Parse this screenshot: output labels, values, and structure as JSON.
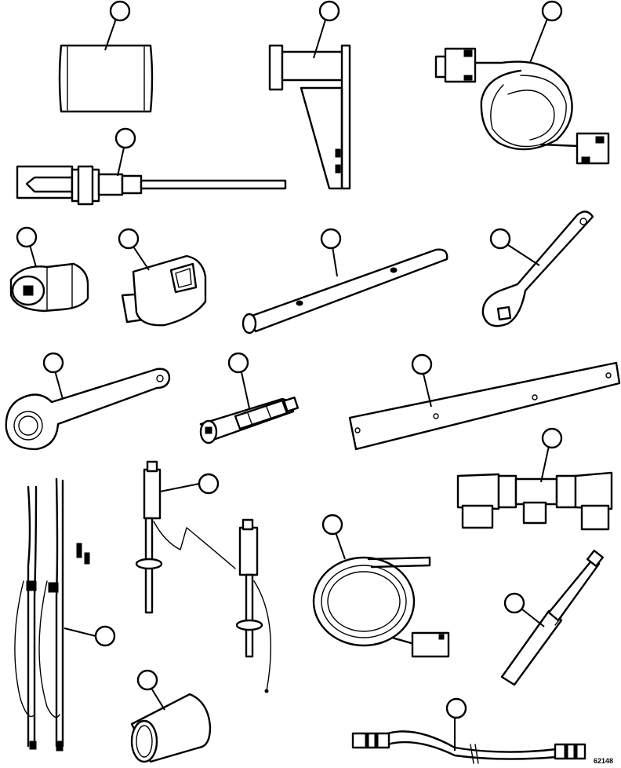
{
  "figure": {
    "number": "62148"
  },
  "items": [
    {
      "id": "sleeve-block"
    },
    {
      "id": "mounting-bracket"
    },
    {
      "id": "connector-cable"
    },
    {
      "id": "puller-rod"
    },
    {
      "id": "square-socket"
    },
    {
      "id": "drive-socket"
    },
    {
      "id": "tubular-handle"
    },
    {
      "id": "open-end-wrench"
    },
    {
      "id": "box-end-wrench"
    },
    {
      "id": "extension-adapter"
    },
    {
      "id": "flat-bar"
    },
    {
      "id": "tee-fitting"
    },
    {
      "id": "probe-harness"
    },
    {
      "id": "sensor-probes"
    },
    {
      "id": "coiled-lead"
    },
    {
      "id": "rod-tool"
    },
    {
      "id": "ring-collar"
    },
    {
      "id": "test-hose"
    }
  ]
}
